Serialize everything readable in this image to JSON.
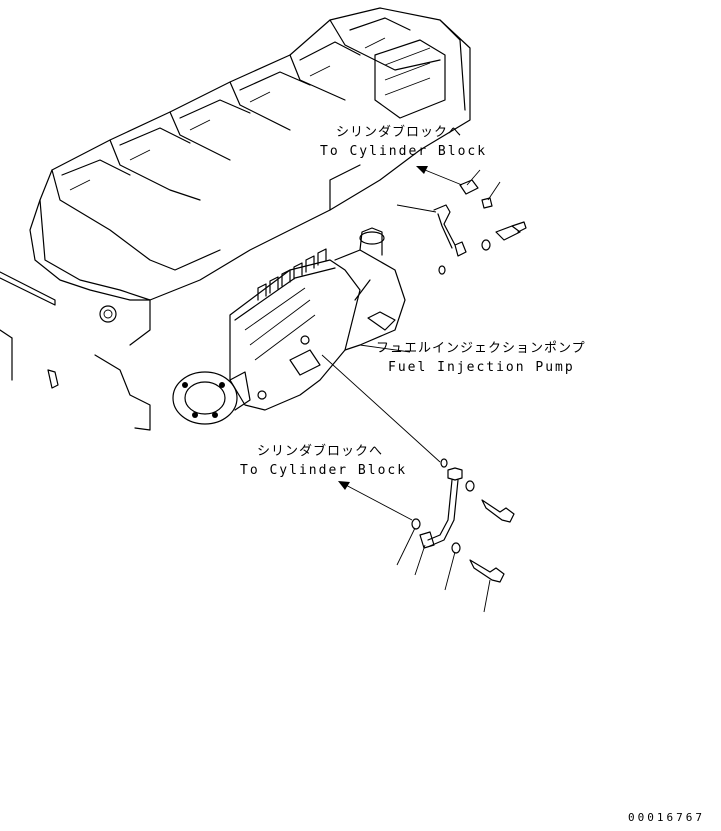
{
  "labels": {
    "cylinder_block_top_jp": "シリンダブロックへ",
    "cylinder_block_top_en": "To Cylinder Block",
    "fuel_pump_jp": "フュエルインジェクションポンプ",
    "fuel_pump_en": "Fuel Injection Pump",
    "cylinder_block_bottom_jp": "シリンダブロックへ",
    "cylinder_block_bottom_en": "To Cylinder Block",
    "drawing_code": "00016767"
  },
  "colors": {
    "line": "#000000",
    "background": "#ffffff"
  }
}
